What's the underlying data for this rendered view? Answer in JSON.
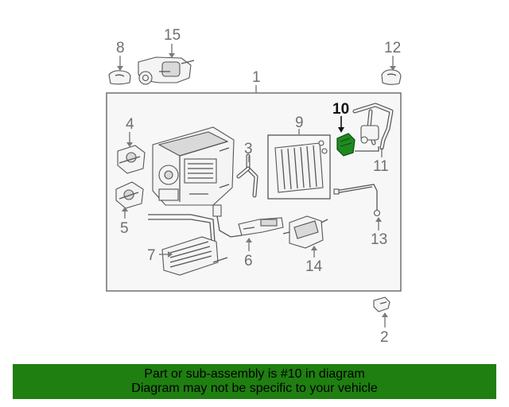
{
  "diagram": {
    "callouts": {
      "c1": "1",
      "c2": "2",
      "c3": "3",
      "c4": "4",
      "c5": "5",
      "c6": "6",
      "c7": "7",
      "c8": "8",
      "c9": "9",
      "c10": "10",
      "c11": "11",
      "c12": "12",
      "c13": "13",
      "c14": "14",
      "c15": "15"
    },
    "highlighted_part": "10",
    "highlight_color": "#1f8a1f",
    "outline_color": "#555555"
  },
  "banner": {
    "line1": "Part or sub-assembly is #10 in diagram",
    "line2": "Diagram may not be specific to your vehicle",
    "background": "#1f7f10"
  }
}
